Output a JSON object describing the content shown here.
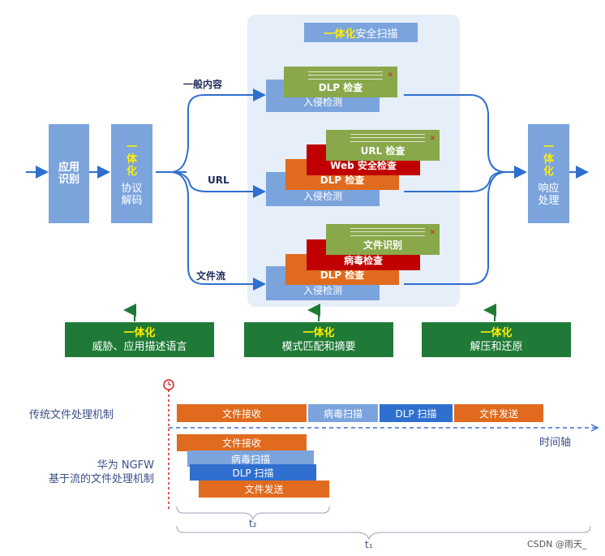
{
  "pipeline": {
    "app_identify": "应用识别",
    "protocol": {
      "unified": "一体化",
      "label": "协议解码"
    },
    "response": {
      "unified": "一体化",
      "label": "响应处理"
    },
    "scan_panel_title": {
      "unified": "一体化",
      "rest": "安全扫描"
    },
    "branches": {
      "general": "一般内容",
      "url": "URL",
      "file": "文件流"
    },
    "general_boxes": {
      "dlp": "DLP 检查",
      "ips": "入侵检测"
    },
    "url_boxes": {
      "url": "URL 检查",
      "web": "Web 安全检查",
      "dlp": "DLP 检查",
      "ips": "入侵检测"
    },
    "file_boxes": {
      "file_id": "文件识别",
      "virus": "病毒检查",
      "dlp": "DLP 检查",
      "ips": "入侵检测"
    }
  },
  "bottom_boxes": [
    {
      "unified": "一体化",
      "label": "威胁、应用描述语言"
    },
    {
      "unified": "一体化",
      "label": "模式匹配和摘要"
    },
    {
      "unified": "一体化",
      "label": "解压和还原"
    }
  ],
  "timeline": {
    "traditional_label": "传统文件处理机制",
    "traditional_steps": [
      "文件接收",
      "病毒扫描",
      "DLP 扫描",
      "文件发送"
    ],
    "axis_label": "时间轴",
    "ngfw_label_line1": "华为 NGFW",
    "ngfw_label_line2": "基于流的文件处理机制",
    "ngfw_steps": [
      "文件接收",
      "病毒扫描",
      "DLP 扫描",
      "文件发送"
    ],
    "t2": "t₂",
    "t1": "t₁",
    "colors": {
      "orange": "#e06b1e",
      "light_blue": "#7ba4dd",
      "blue": "#2f6fcf"
    }
  },
  "watermark": "CSDN @雨天_"
}
